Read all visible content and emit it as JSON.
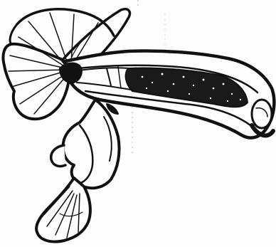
{
  "figure": {
    "style": "black-and-white pen illustration",
    "colors": {
      "ink": "#111111",
      "paper": "#fdfdfd",
      "faint_mark": "#b8b8b8"
    },
    "subject_parts": [
      "upper-fan-lobe",
      "elongated-tube",
      "tube-tip",
      "lower-stalk",
      "lower-fan-lobe",
      "side-knob"
    ]
  }
}
